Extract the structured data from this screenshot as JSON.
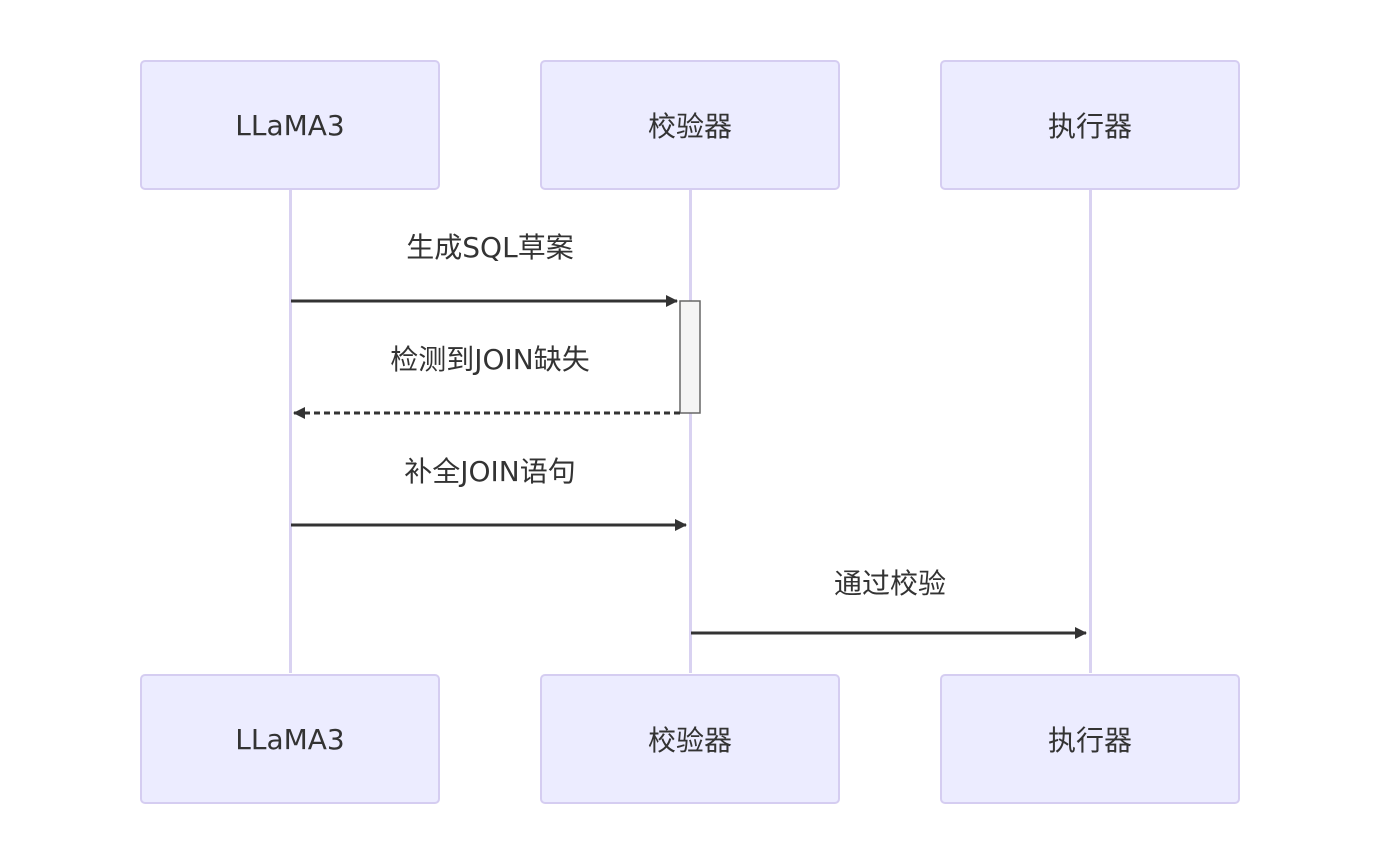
{
  "participants": [
    {
      "id": "llama",
      "label": "LLaMA3"
    },
    {
      "id": "validator",
      "label": "校验器"
    },
    {
      "id": "executor",
      "label": "执行器"
    }
  ],
  "messages": [
    {
      "from": "llama",
      "to": "validator",
      "label": "生成SQL草案",
      "style": "solid"
    },
    {
      "from": "validator",
      "to": "llama",
      "label": "检测到JOIN缺失",
      "style": "dashed"
    },
    {
      "from": "llama",
      "to": "validator",
      "label": "补全JOIN语句",
      "style": "solid"
    },
    {
      "from": "validator",
      "to": "executor",
      "label": "通过校验",
      "style": "solid"
    }
  ],
  "colors": {
    "actor_fill": "#ececff",
    "actor_border": "#d5cdf1",
    "lifeline": "#d9d2f1",
    "arrow": "#333333",
    "activation_fill": "#f4f4f4",
    "activation_border": "#666666",
    "text": "#333333"
  }
}
